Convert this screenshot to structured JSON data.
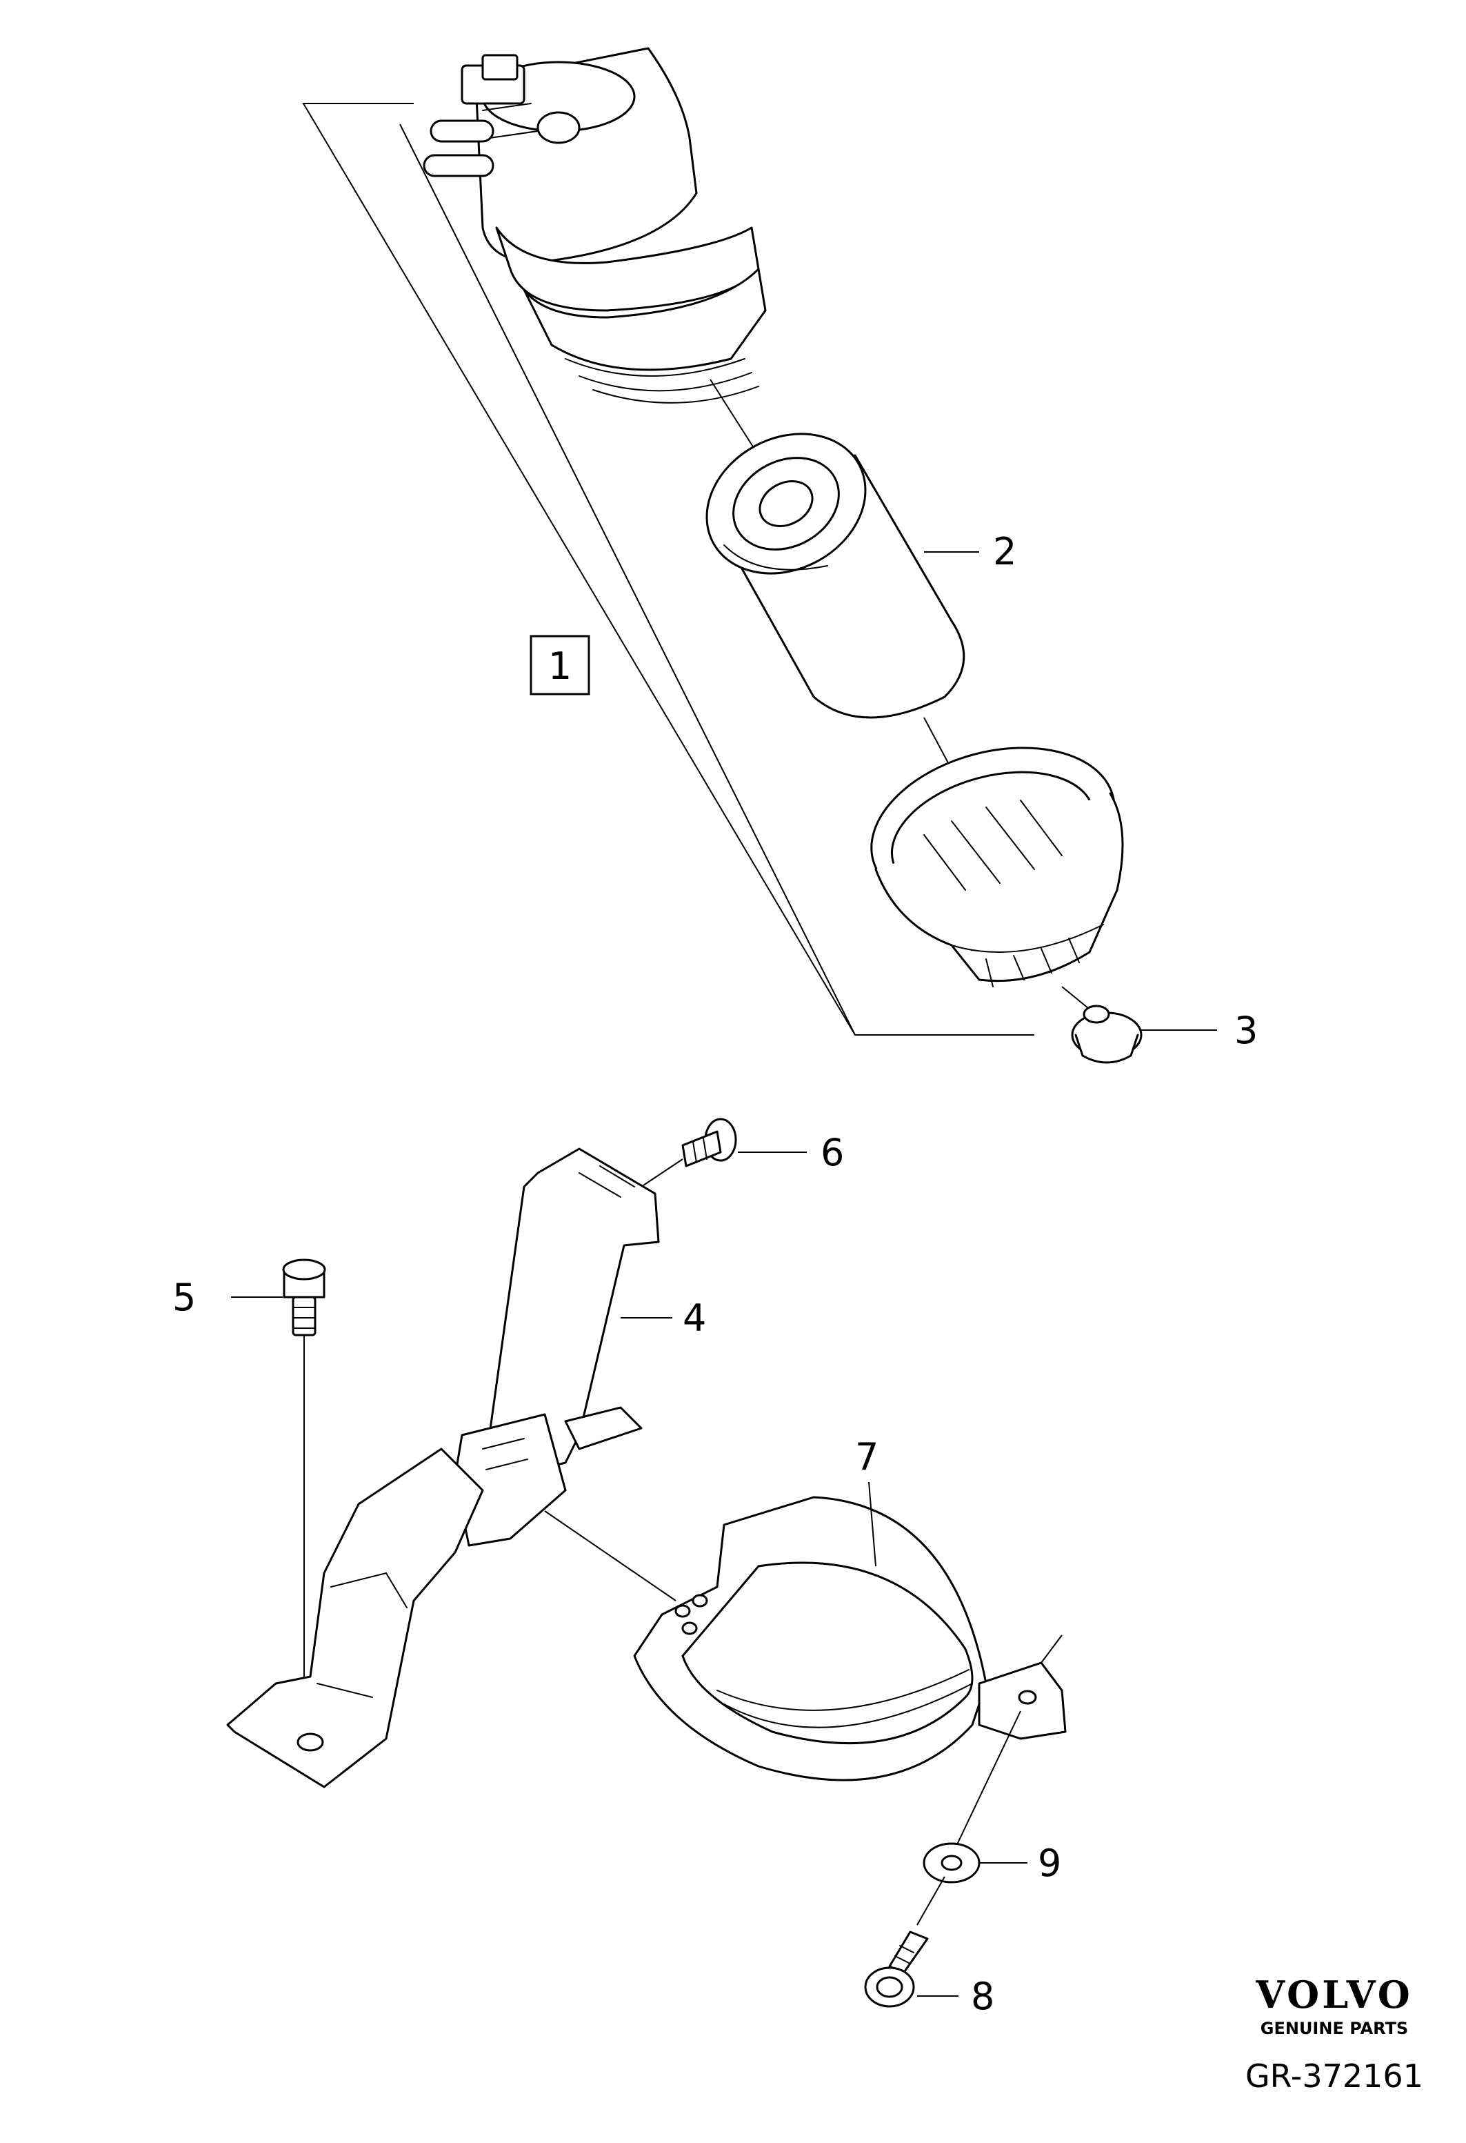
{
  "callouts": {
    "c1": "1",
    "c2": "2",
    "c3": "3",
    "c4": "4",
    "c5": "5",
    "c6": "6",
    "c7": "7",
    "c8": "8",
    "c9": "9"
  },
  "brand": {
    "name": "VOLVO",
    "tagline": "GENUINE PARTS"
  },
  "reference": "GR-372161",
  "colors": {
    "line": "#000000",
    "background": "#ffffff"
  }
}
